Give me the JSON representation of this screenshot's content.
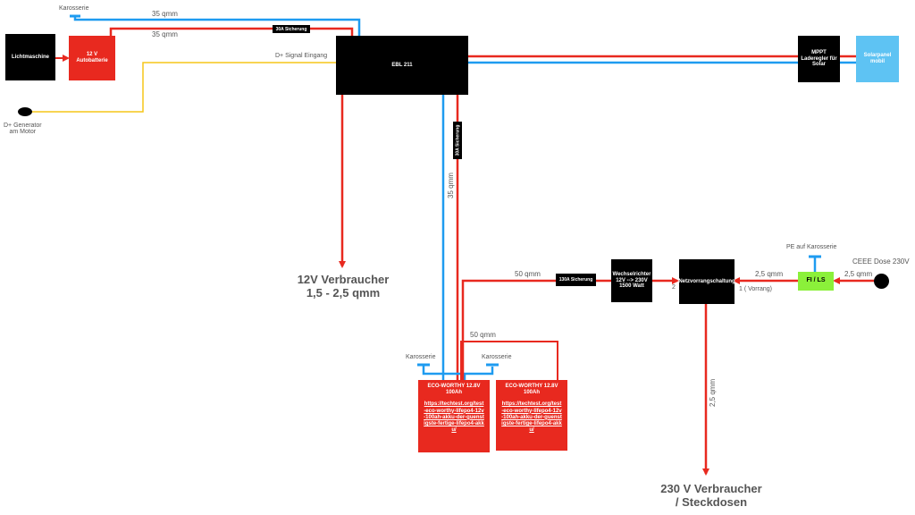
{
  "components": {
    "lichtmaschine": "Lichtmaschine",
    "autobatterie": "12 V\nAutobatterie",
    "ebl": "EBL 211",
    "mppt": "MPPT\nLaderegler für\nSolar",
    "solar": "Solarpanel\nmobil",
    "wechselrichter": "Wechselrichter\n12V --> 230V\n1500 Watt",
    "netzvorrang": "Netzvorrangschaltung",
    "fils": "FI / LS",
    "battery1": {
      "title": "ECO-WORTHY 12.8V\n100Ah",
      "link": "https://techtest.org/test-eco-worthy-lifepo4-12v-100ah-akku-der-guenstigste-fertige-lifepo4-akku/"
    },
    "battery2": {
      "title": "ECO-WORTHY 12.8V\n100Ah",
      "link": "https://techtest.org/test-eco-worthy-lifepo4-12v-100ah-akku-der-guenstigste-fertige-lifepo4-akku/"
    }
  },
  "fuses": {
    "top": "30A Sicherung",
    "vertical": "30A Sicherung",
    "inverter": "130A Sicherung"
  },
  "labels": {
    "karosserie_top": "Karosserie",
    "qmm35_top1": "35 qmm",
    "qmm35_top2": "35 qmm",
    "d_plus_signal": "D+ Signal Eingang",
    "d_plus_generator": "D+ Generator\nam Motor",
    "qmm35_vertical": "35 qmm",
    "verbraucher12v": "12V Verbraucher\n1,5 - 2,5 qmm",
    "qmm50_a": "50 qmm",
    "qmm50_b": "50 qmm",
    "karosserie_b1": "Karosserie",
    "karosserie_b2": "Karosserie",
    "pe_karosserie": "PE auf Karosserie",
    "ceee": "CEEE Dose 230V",
    "qmm25_a": "2,5 qmm",
    "qmm25_b": "2,5 qmm",
    "input2": "2",
    "input1": "1 ( Vorrang)",
    "qmm25_vertical": "2,5 qmm",
    "verbraucher230v": "230 V Verbraucher\n/ Steckdosen"
  },
  "colors": {
    "positive": "#e8291f",
    "negative": "#1e9bf0",
    "signal": "#f5c518"
  }
}
